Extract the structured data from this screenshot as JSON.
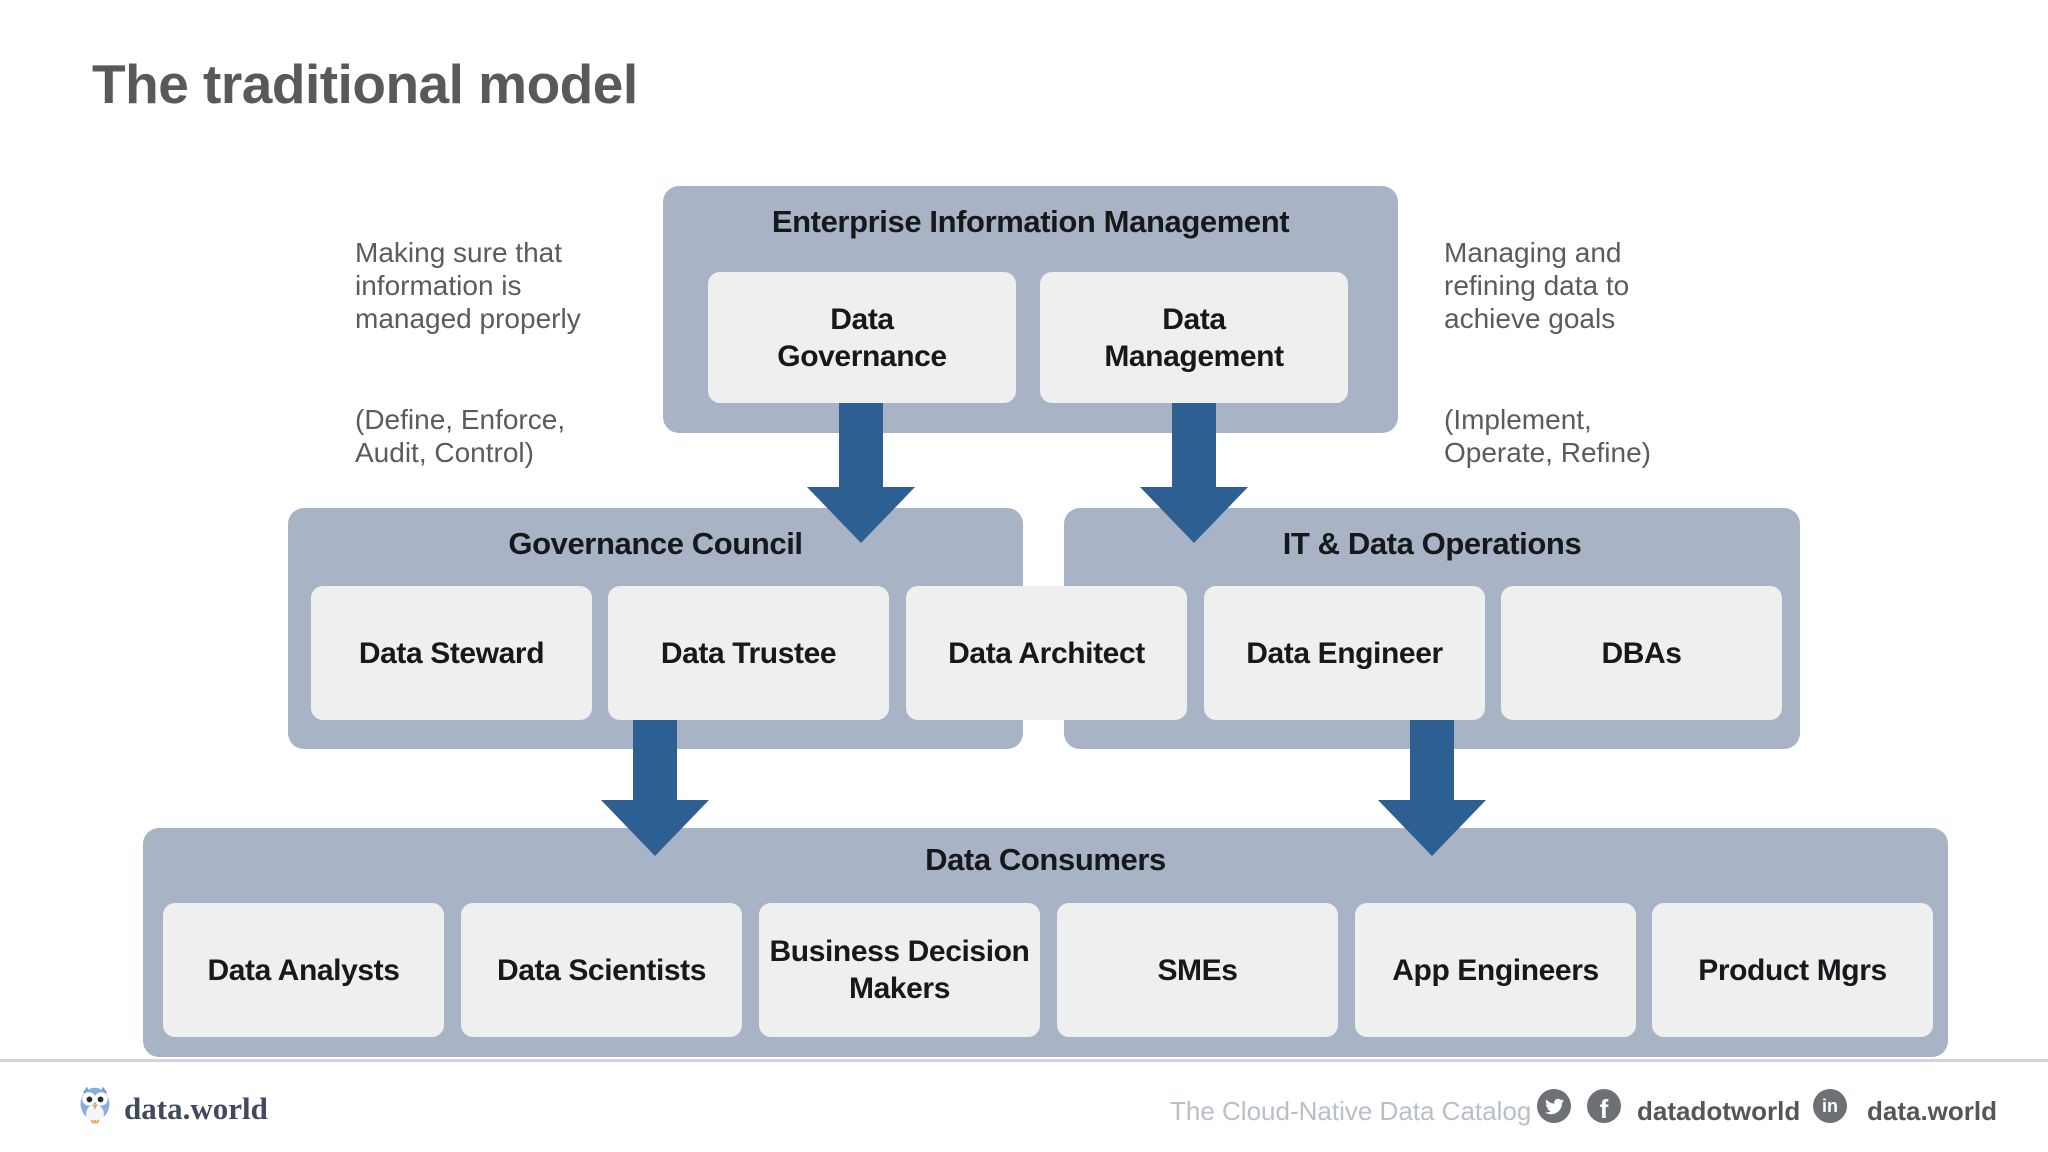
{
  "title": "The traditional model",
  "annotations": {
    "left": {
      "para1": "Making sure that\ninformation is\nmanaged properly",
      "para2": "(Define, Enforce,\nAudit, Control)"
    },
    "right": {
      "para1": "Managing and\nrefining data to\nachieve goals",
      "para2": "(Implement,\nOperate, Refine)"
    }
  },
  "diagram": {
    "eim": {
      "title": "Enterprise Information Management",
      "boxes": [
        "Data\nGovernance",
        "Data\nManagement"
      ]
    },
    "council": {
      "title": "Governance Council",
      "boxes": [
        "Data Steward",
        "Data Trustee"
      ]
    },
    "bridge_box": "Data Architect",
    "itops": {
      "title": "IT & Data Operations",
      "boxes": [
        "Data Engineer",
        "DBAs"
      ]
    },
    "consumers": {
      "title": "Data Consumers",
      "boxes": [
        "Data Analysts",
        "Data Scientists",
        "Business Decision\nMakers",
        "SMEs",
        "App Engineers",
        "Product Mgrs"
      ]
    }
  },
  "footer": {
    "brand": "data.world",
    "tagline": "The Cloud-Native Data Catalog",
    "twitter_facebook_handle": "datadotworld",
    "linkedin_handle": "data.world",
    "facebook_glyph": "f",
    "linkedin_glyph": "in",
    "icons": [
      "owl-logo-icon",
      "twitter-icon",
      "facebook-icon",
      "linkedin-icon"
    ]
  },
  "colors": {
    "container-bg": "#a8b3c5",
    "box-bg": "#efeff0",
    "arrow": "#2e5f92",
    "title-text": "#58595b",
    "annotation-text": "#5a5b5e",
    "diagram-text": "#16181c",
    "brand-text": "#3e4b5e",
    "tagline-text": "#b9bfc6",
    "social-icon-bg": "#6d7075",
    "footer-text": "#55565a",
    "divider": "#d4d4d7"
  }
}
